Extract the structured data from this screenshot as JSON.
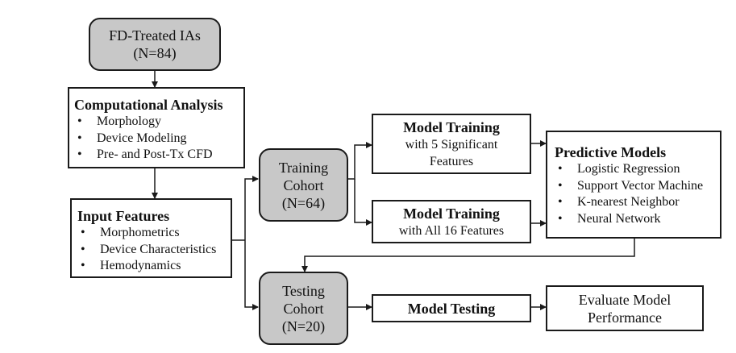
{
  "fd_treated": {
    "line1": "FD-Treated IAs",
    "line2": "(N=84)"
  },
  "computational": {
    "title": "Computational Analysis",
    "items": [
      "Morphology",
      "Device Modeling",
      "Pre- and Post-Tx CFD"
    ]
  },
  "input_features": {
    "title": "Input Features",
    "items": [
      "Morphometrics",
      "Device Characteristics",
      "Hemodynamics"
    ]
  },
  "training_cohort": {
    "line1": "Training",
    "line2": "Cohort",
    "line3": "(N=64)"
  },
  "testing_cohort": {
    "line1": "Testing",
    "line2": "Cohort",
    "line3": "(N=20)"
  },
  "model_training_5": {
    "title": "Model Training",
    "line1": "with 5 Significant",
    "line2": "Features"
  },
  "model_training_16": {
    "title": "Model Training",
    "line1": "with All 16 Features"
  },
  "predictive_models": {
    "title": "Predictive Models",
    "items": [
      "Logistic Regression",
      "Support Vector Machine",
      "K-nearest Neighbor",
      "Neural Network"
    ]
  },
  "model_testing": {
    "title": "Model Testing"
  },
  "evaluate": {
    "line1": "Evaluate Model",
    "line2": "Performance"
  }
}
